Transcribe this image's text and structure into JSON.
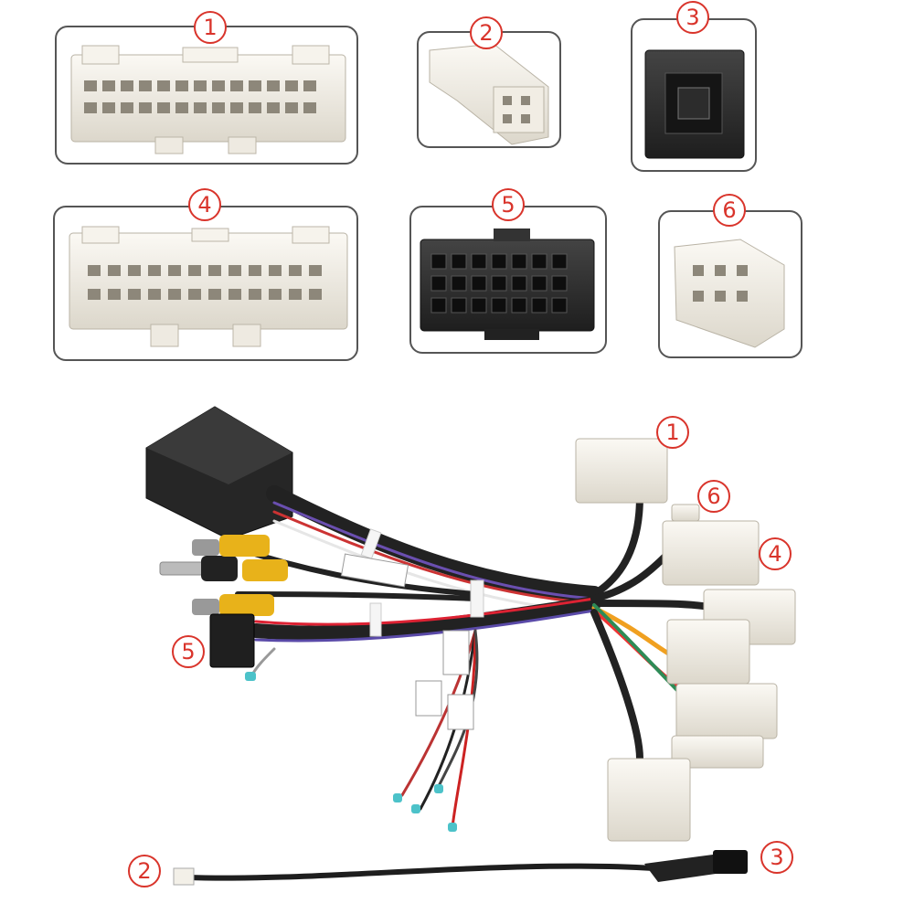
{
  "panels": [
    {
      "label": "1",
      "name": "connector-1"
    },
    {
      "label": "2",
      "name": "connector-2"
    },
    {
      "label": "3",
      "name": "connector-3"
    },
    {
      "label": "4",
      "name": "connector-4"
    },
    {
      "label": "5",
      "name": "connector-5"
    },
    {
      "label": "6",
      "name": "connector-6"
    }
  ],
  "harness_labels": {
    "c1": "1",
    "c6": "6",
    "c4": "4",
    "c5": "5",
    "c2": "2",
    "c3": "3"
  },
  "colors": {
    "accent_red": "#d9342b",
    "connector_white": "#f3f0e8",
    "connector_black": "#2b2b2b",
    "rca_yellow": "#e8b21a"
  }
}
